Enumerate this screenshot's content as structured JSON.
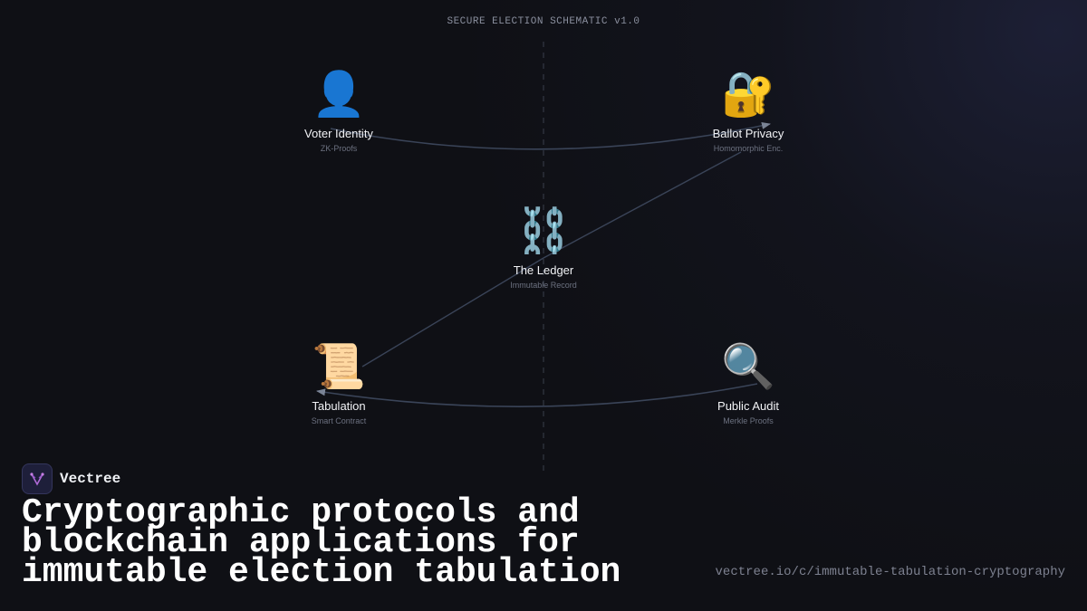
{
  "header": {
    "label": "SECURE ELECTION SCHEMATIC v1.0"
  },
  "nodes": [
    {
      "id": "voter",
      "icon": "👤",
      "icon_name": "user-icon",
      "title": "Voter Identity",
      "subtitle": "ZK-Proofs"
    },
    {
      "id": "ballot",
      "icon": "🔐",
      "icon_name": "lock-key-icon",
      "title": "Ballot Privacy",
      "subtitle": "Homomorphic Enc."
    },
    {
      "id": "ledger",
      "icon": "⛓️",
      "icon_name": "chain-icon",
      "title": "The Ledger",
      "subtitle": "Immutable Record"
    },
    {
      "id": "tabulation",
      "icon": "📜",
      "icon_name": "scroll-icon",
      "title": "Tabulation",
      "subtitle": "Smart Contract"
    },
    {
      "id": "audit",
      "icon": "🔍",
      "icon_name": "magnifier-icon",
      "title": "Public Audit",
      "subtitle": "Merkle Proofs"
    }
  ],
  "brand": {
    "name": "Vectree"
  },
  "headline": "Cryptographic protocols and blockchain applications for immutable election tabulation",
  "url": "vectree.io/c/immutable-tabulation-cryptography",
  "colors": {
    "background": "#0f1015",
    "wire": "#3a4458",
    "arrow": "#7a8496",
    "brand_accent": "#b06ad8"
  }
}
